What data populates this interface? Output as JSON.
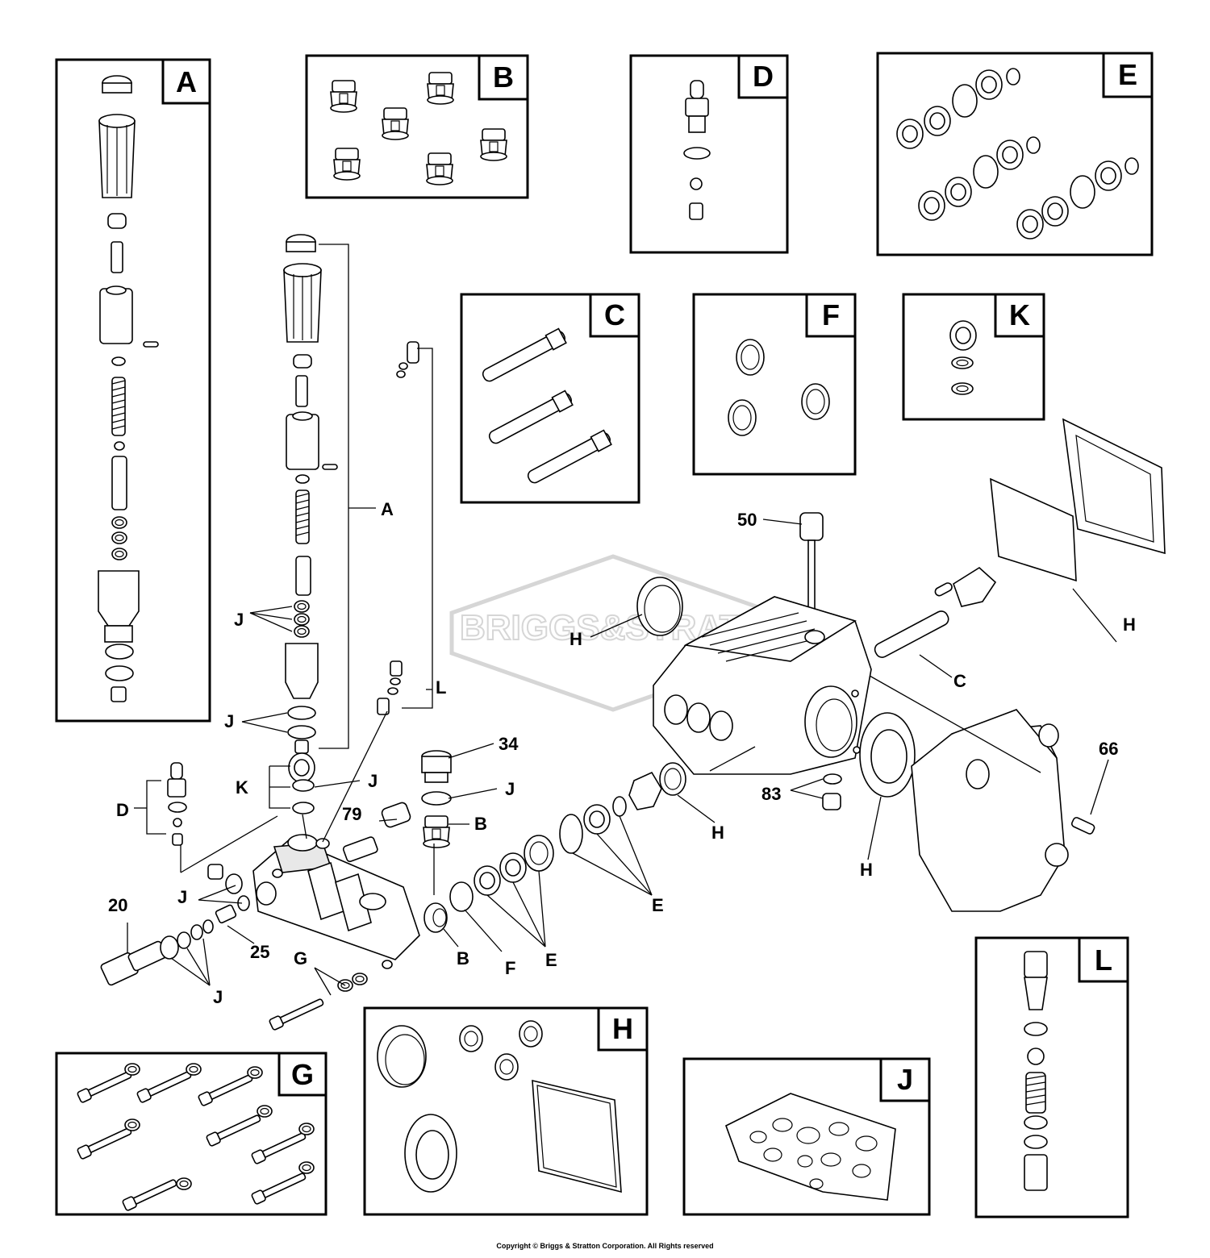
{
  "panels": {
    "A": "A",
    "B": "B",
    "C": "C",
    "D": "D",
    "E": "E",
    "F": "F",
    "G": "G",
    "H": "H",
    "J": "J",
    "K": "K",
    "L": "L"
  },
  "callouts": {
    "A": "A",
    "J1": "J",
    "J2": "J",
    "J3": "J",
    "J4": "J",
    "J5": "J",
    "J6": "J",
    "L": "L",
    "K": "K",
    "D": "D",
    "B1": "B",
    "B2": "B",
    "F": "F",
    "E1": "E",
    "E2": "E",
    "G": "G",
    "H1": "H",
    "H2": "H",
    "H3": "H",
    "H4": "H",
    "C": "C",
    "n20": "20",
    "n25": "25",
    "n34": "34",
    "n79": "79",
    "n50": "50",
    "n66": "66",
    "n83": "83"
  },
  "watermark": "BRIGGS&STRATTON",
  "copyright": "Copyright © Briggs & Stratton Corporation. All Rights reserved"
}
